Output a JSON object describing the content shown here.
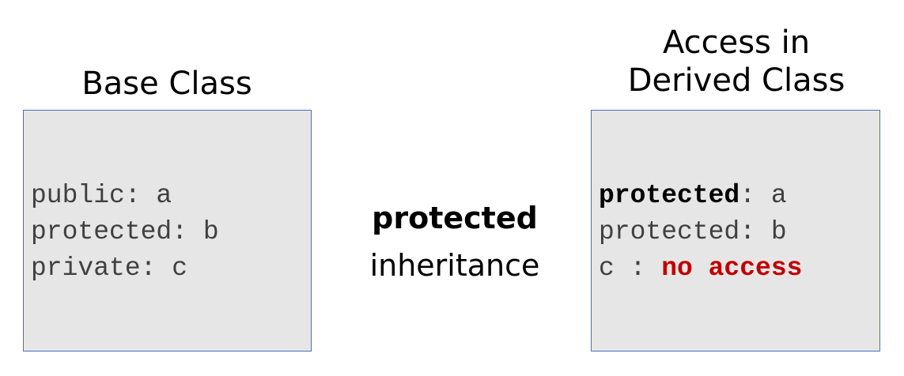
{
  "base_class": {
    "heading": "Base Class",
    "members": [
      "public: a",
      "protected: b",
      "private: c"
    ]
  },
  "inheritance": {
    "mode": "protected",
    "label": "inheritance"
  },
  "derived_class": {
    "heading_line1": "Access in",
    "heading_line2": "Derived Class",
    "line1_access": "protected",
    "line1_rest": ": a",
    "line2": "protected: b",
    "line3_prefix": "c : ",
    "line3_status": "no access"
  },
  "colors": {
    "box_fill": "#e6e6e6",
    "box_border": "#4472c4",
    "no_access": "#c00000",
    "code_text": "#404040"
  }
}
